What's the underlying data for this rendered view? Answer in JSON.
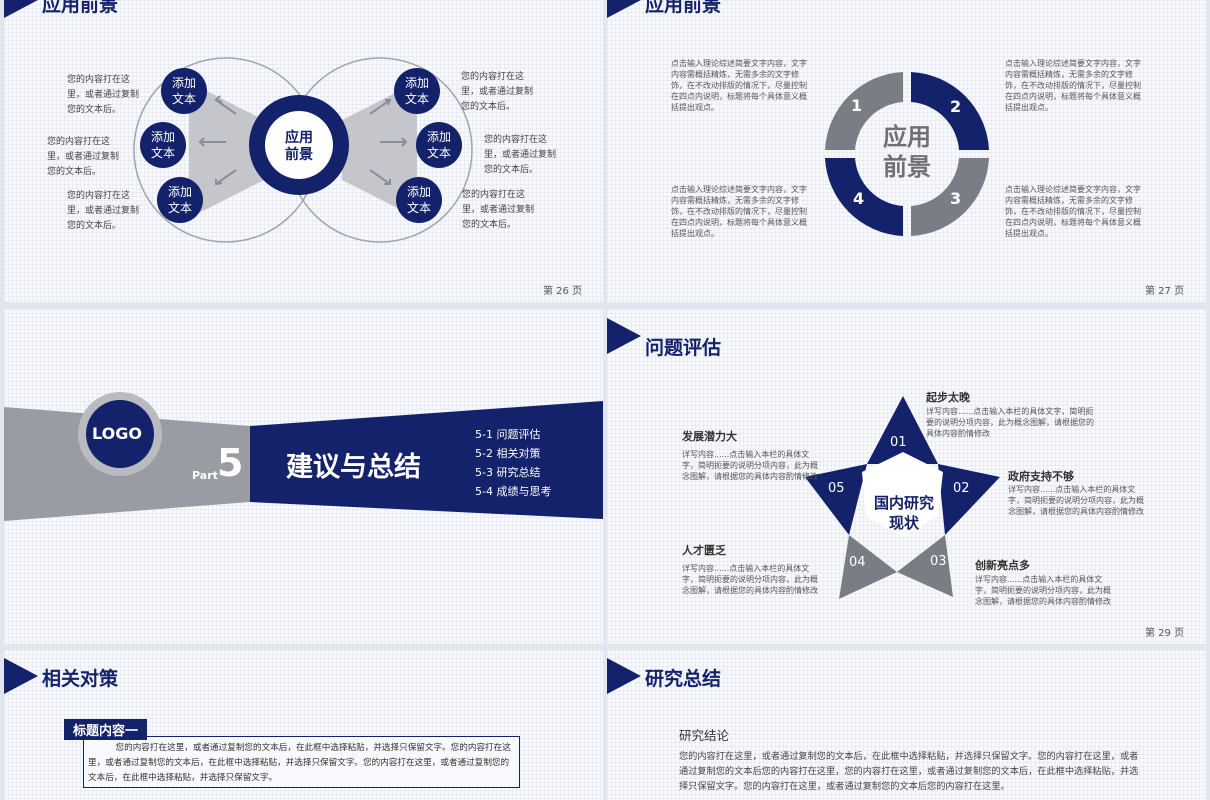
{
  "slide26": {
    "title": "应用前景",
    "center_text": "应用前景",
    "nodes": [
      "添加文本",
      "添加文本",
      "添加文本",
      "添加文本",
      "添加文本",
      "添加文本"
    ],
    "texts": [
      "您的内容打在这里，或者通过复制您的文本后。",
      "您的内容打在这里，或者通过复制您的文本后。",
      "您的内容打在这里，或者通过复制您的文本后。",
      "您的内容打在这里，或者通过复制您的文本后。",
      "您的内容打在这里，或者通过复制您的文本后。",
      "您的内容打在这里，或者通过复制您的文本后。"
    ],
    "page": "第 26 页"
  },
  "slide27": {
    "title": "应用前景",
    "center_text": "应用前景",
    "numbers": [
      "1",
      "2",
      "3",
      "4"
    ],
    "texts": [
      "点击输入理论综述简要文字内容，文字内容需概括精炼，无需多余的文字修饰，在不改动排版的情况下，尽量控制在四点内说明，标题将每个具体意义概括提出观点。",
      "点击输入理论综述简要文字内容，文字内容需概括精炼，无需多余的文字修饰，在不改动排版的情况下，尽量控制在四点内说明，标题将每个具体意义概括提出观点。",
      "点击输入理论综述简要文字内容，文字内容需概括精炼，无需多余的文字修饰，在不改动排版的情况下，尽量控制在四点内说明，标题将每个具体意义概括提出观点。",
      "点击输入理论综述简要文字内容，文字内容需概括精炼，无需多余的文字修饰，在不改动排版的情况下，尽量控制在四点内说明，标题将每个具体意义概括提出观点。"
    ],
    "page": "第 27 页"
  },
  "slide28": {
    "logo": "LOGO",
    "part_label": "Part",
    "part_number": "5",
    "title": "建议与总结",
    "items": [
      "5-1 问题评估",
      "5-2 相关对策",
      "5-3 研究总结",
      "5-4 成绩与思考"
    ]
  },
  "slide29": {
    "title": "问题评估",
    "center_text": "国内研究现状",
    "numbers": [
      "01",
      "02",
      "03",
      "04",
      "05"
    ],
    "items": [
      {
        "heading": "起步太晚",
        "text": "详写内容......点击输入本栏的具体文字，简明扼要的说明分项内容，此为概念图解，请根据您的具体内容酌情修改"
      },
      {
        "heading": "政府支持不够",
        "text": "详写内容......点击输入本栏的具体文字，简明扼要的说明分项内容，此为概念图解，请根据您的具体内容酌情修改"
      },
      {
        "heading": "创新亮点多",
        "text": "详写内容......点击输入本栏的具体文字，简明扼要的说明分项内容，此为概念图解，请根据您的具体内容酌情修改"
      },
      {
        "heading": "人才匮乏",
        "text": "详写内容......点击输入本栏的具体文字，简明扼要的说明分项内容，此为概念图解，请根据您的具体内容酌情修改"
      },
      {
        "heading": "发展潜力大",
        "text": "详写内容......点击输入本栏的具体文字，简明扼要的说明分项内容，此为概念图解，请根据您的具体内容酌情修改"
      }
    ],
    "page": "第 29 页"
  },
  "slide30": {
    "title": "相关对策",
    "box_title": "标题内容一",
    "box_text": "您的内容打在这里，或者通过复制您的文本后，在此框中选择粘贴，并选择只保留文字。您的内容打在这里，或者通过复制您的文本后，在此框中选择粘贴，并选择只保留文字。您的内容打在这里，或者通过复制您的文本后，在此框中选择粘贴，并选择只保留文字。"
  },
  "slide31": {
    "title": "研究总结",
    "subtitle": "研究结论",
    "text": "您的内容打在这里，或者通过复制您的文本后，在此框中选择粘贴，并选择只保留文字。您的内容打在这里，或者通过复制您的文本后您的内容打在这里，您的内容打在这里，或者通过复制您的文本后，在此框中选择粘贴，并选择只保留文字。您的内容打在这里，或者通过复制您的文本后您的内容打在这里。"
  }
}
